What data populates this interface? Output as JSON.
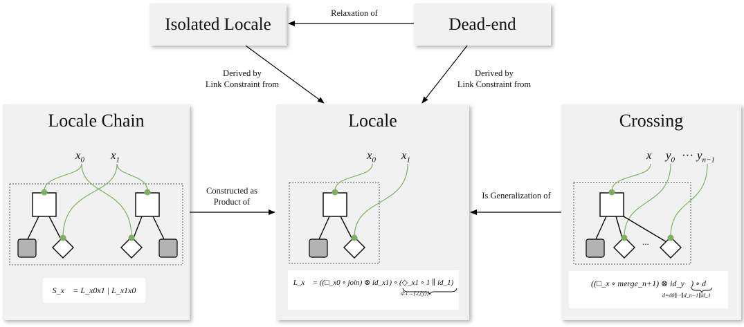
{
  "nodes": {
    "isolated_locale": "Isolated Locale",
    "dead_end": "Dead-end",
    "locale_chain": "Locale Chain",
    "locale": "Locale",
    "crossing": "Crossing"
  },
  "edges": {
    "relaxation": "Relaxation of",
    "derived_left_1": "Derived by",
    "derived_left_2": "Link Constraint from",
    "derived_right_1": "Derived by",
    "derived_right_2": "Link Constraint from",
    "constructed_1": "Constructed as",
    "constructed_2": "Product of",
    "generalization": "Is Generalization of"
  },
  "variables": {
    "chain_x0": "x",
    "chain_x0_sub": "0",
    "chain_x1": "x",
    "chain_x1_sub": "1",
    "locale_x0": "x",
    "locale_x0_sub": "0",
    "locale_x1": "x",
    "locale_x1_sub": "1",
    "crossing_x": "x",
    "crossing_y0": "y",
    "crossing_y0_sub": "0",
    "crossing_dots": "···",
    "crossing_yn": "y",
    "crossing_yn_sub": "n−1",
    "crossing_diamond_dots": "..."
  },
  "formulas": {
    "chain": "S_x⃗ = L_x0x1 | L_x1x0",
    "locale": "L_x⃗ = ((□_x0 ∘ join) ⊗ id_x1) ∘ (◇_x1 ∘ 1 ∥ id_1)",
    "locale_under": "d:1→{2,{y}}",
    "crossing": "((□_x ∘ merge_n+1) ⊗ id_y⃗) ∘ d",
    "crossing_under": "d=d0∥···∥d_n−1∥id_1"
  },
  "colors": {
    "panel": "#f1f1f1",
    "green": "#7fb062",
    "gray_square": "#b3b3b3"
  }
}
